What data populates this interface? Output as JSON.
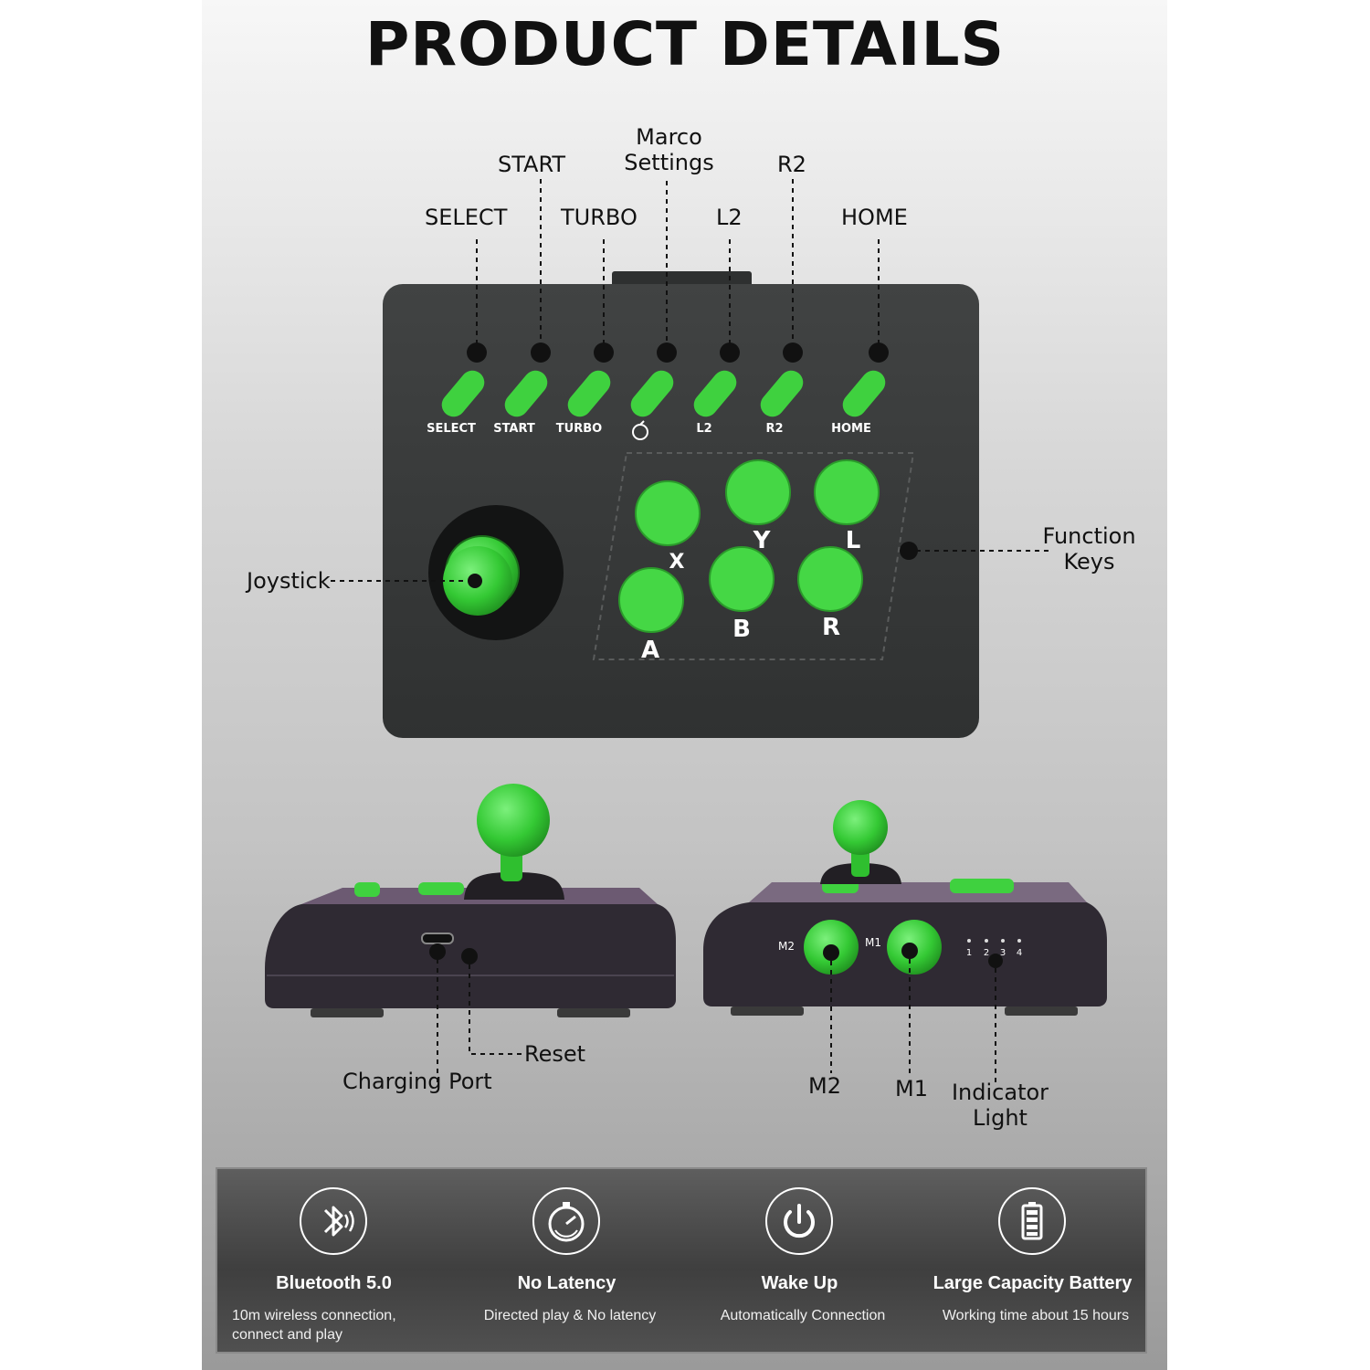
{
  "title": "PRODUCT DETAILS",
  "top_callouts": {
    "select": "SELECT",
    "start": "START",
    "turbo": "TURBO",
    "macro": "Marco Settings",
    "l2": "L2",
    "r2": "R2",
    "home": "HOME",
    "joystick": "Joystick",
    "function_keys": "Function Keys"
  },
  "printed_button_labels": {
    "select": "SELECT",
    "start": "START",
    "turbo": "TURBO",
    "l2": "L2",
    "r2": "R2",
    "home": "HOME"
  },
  "face_keys": {
    "x": "X",
    "y": "Y",
    "l": "L",
    "a": "A",
    "b": "B",
    "r": "R"
  },
  "side_callouts": {
    "reset": "Reset",
    "charging_port": "Charging Port",
    "m2": "M2",
    "m1": "M1",
    "indicator_light": "Indicator Light"
  },
  "side_printed": {
    "m2": "M2",
    "m1": "M1",
    "led_1": "1",
    "led_2": "2",
    "led_3": "3",
    "led_4": "4"
  },
  "features": [
    {
      "icon": "bluetooth-icon",
      "title": "Bluetooth 5.0",
      "desc": "10m wireless connection, connect and play"
    },
    {
      "icon": "speed-dial-icon",
      "title": "No Latency",
      "desc": "Directed play & No latency"
    },
    {
      "icon": "power-icon",
      "title": "Wake Up",
      "desc": "Automatically Connection"
    },
    {
      "icon": "battery-icon",
      "title": "Large Capacity Battery",
      "desc": "Working time about 15 hours"
    }
  ],
  "colors": {
    "accent_green": "#3fd13f",
    "body_dark": "#3a3c3c",
    "panel_gray": "#c3c3c3",
    "feature_bar": "#4a4a4a"
  }
}
